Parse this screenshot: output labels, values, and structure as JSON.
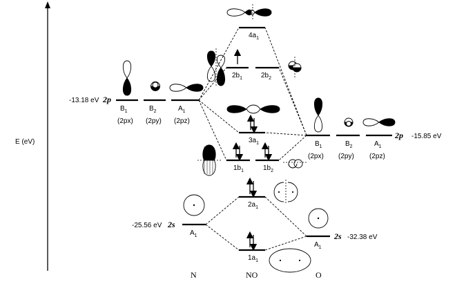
{
  "axis": {
    "label": "E (eV)"
  },
  "columns": {
    "left": "N",
    "middle": "NO",
    "right": "O"
  },
  "n_atom": {
    "p": {
      "energy": "-13.18 eV",
      "shell": "2p",
      "orbitals": [
        {
          "sym": "B",
          "sub": "1",
          "basis": "(2px)"
        },
        {
          "sym": "B",
          "sub": "2",
          "basis": "(2py)"
        },
        {
          "sym": "A",
          "sub": "1",
          "basis": "(2pz)"
        }
      ]
    },
    "s": {
      "energy": "-25.56 eV",
      "shell": "2s",
      "sym": "A",
      "sub": "1"
    }
  },
  "o_atom": {
    "p": {
      "energy": "-15.85 eV",
      "shell": "2p",
      "orbitals": [
        {
          "sym": "B",
          "sub": "1",
          "basis": "(2px)"
        },
        {
          "sym": "B",
          "sub": "2",
          "basis": "(2py)"
        },
        {
          "sym": "A",
          "sub": "1",
          "basis": "(2pz)"
        }
      ]
    },
    "s": {
      "energy": "-32.38 eV",
      "shell": "2s",
      "sym": "A",
      "sub": "1"
    }
  },
  "mo": {
    "a4": {
      "num": "4a",
      "sub": "1"
    },
    "b1_anti": {
      "num": "2b",
      "sub": "1"
    },
    "b2_anti": {
      "num": "2b",
      "sub": "2"
    },
    "a3": {
      "num": "3a",
      "sub": "1"
    },
    "b1_bond": {
      "num": "1b",
      "sub": "1"
    },
    "b2_bond": {
      "num": "1b",
      "sub": "2"
    },
    "a2": {
      "num": "2a",
      "sub": "1"
    },
    "a1": {
      "num": "1a",
      "sub": "1"
    }
  }
}
